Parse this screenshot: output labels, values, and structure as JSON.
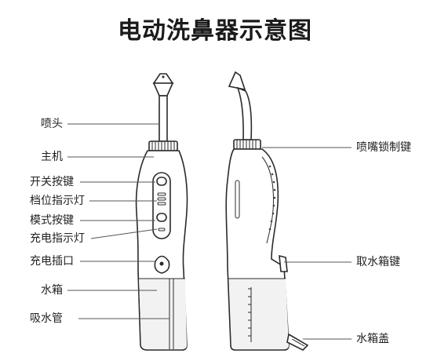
{
  "title": "电动洗鼻器示意图",
  "labels_left": {
    "nozzle": "喷头",
    "main_unit": "主机",
    "power_button": "开关按键",
    "gear_indicator": "档位指示灯",
    "mode_button": "模式按键",
    "charge_indicator": "充电指示灯",
    "charge_port": "充电插口",
    "water_tank": "水箱",
    "suction_tube": "吸水管"
  },
  "labels_right": {
    "nozzle_lock_key": "喷嘴锁制键",
    "tank_release_key": "取水箱键",
    "tank_cover": "水箱盖"
  }
}
